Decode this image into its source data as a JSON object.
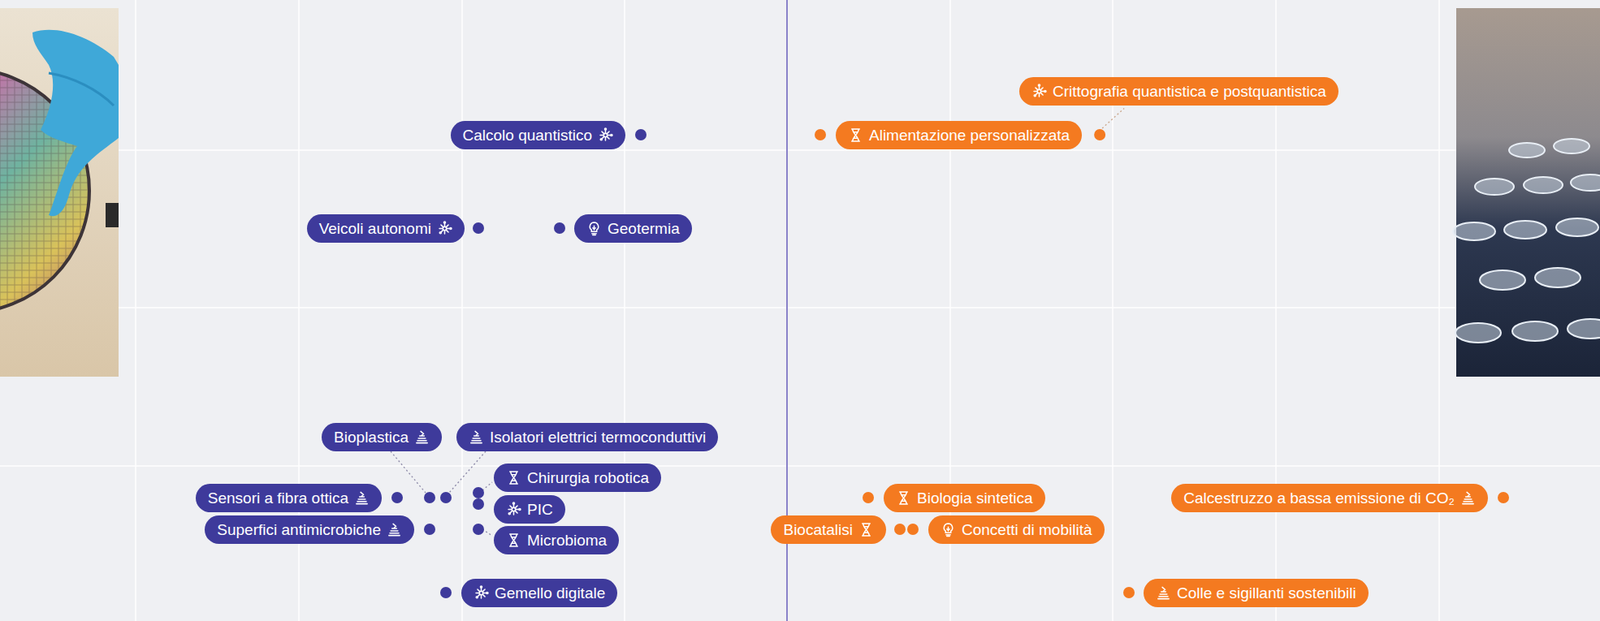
{
  "diagram": {
    "nodes": [
      {
        "text": [
          "Crittografia quantistica e postquantistica"
        ]
      },
      {
        "text": [
          "Calcolo quantistico"
        ]
      },
      {
        "text": [
          "Alimentazione personalizzata"
        ]
      },
      {
        "text": [
          "Veicoli autonomi"
        ]
      },
      {
        "text": [
          "Geotermia"
        ]
      },
      {
        "text": [
          "Bioplastica"
        ]
      },
      {
        "text": [
          "Isolatori elettrici termoconduttivi"
        ]
      },
      {
        "text": [
          "Chirurgia robotica"
        ]
      },
      {
        "text": [
          "Sensori a fibra ottica"
        ]
      },
      {
        "text": [
          "PIC"
        ]
      },
      {
        "text": [
          "Biologia sintetica"
        ]
      },
      {
        "text": [
          "Calcestruzzo a bassa emissione di CO₂"
        ]
      },
      {
        "text": [
          "Superfici antimicrobiche"
        ]
      },
      {
        "text": [
          "Biocatalisi"
        ]
      },
      {
        "text": [
          "Concetti di mobilità"
        ]
      },
      {
        "text": [
          "Microbioma"
        ]
      },
      {
        "text": [
          "Gemello digitale"
        ]
      },
      {
        "text": [
          "Colle e sigillanti sostenibili"
        ]
      }
    ]
  }
}
